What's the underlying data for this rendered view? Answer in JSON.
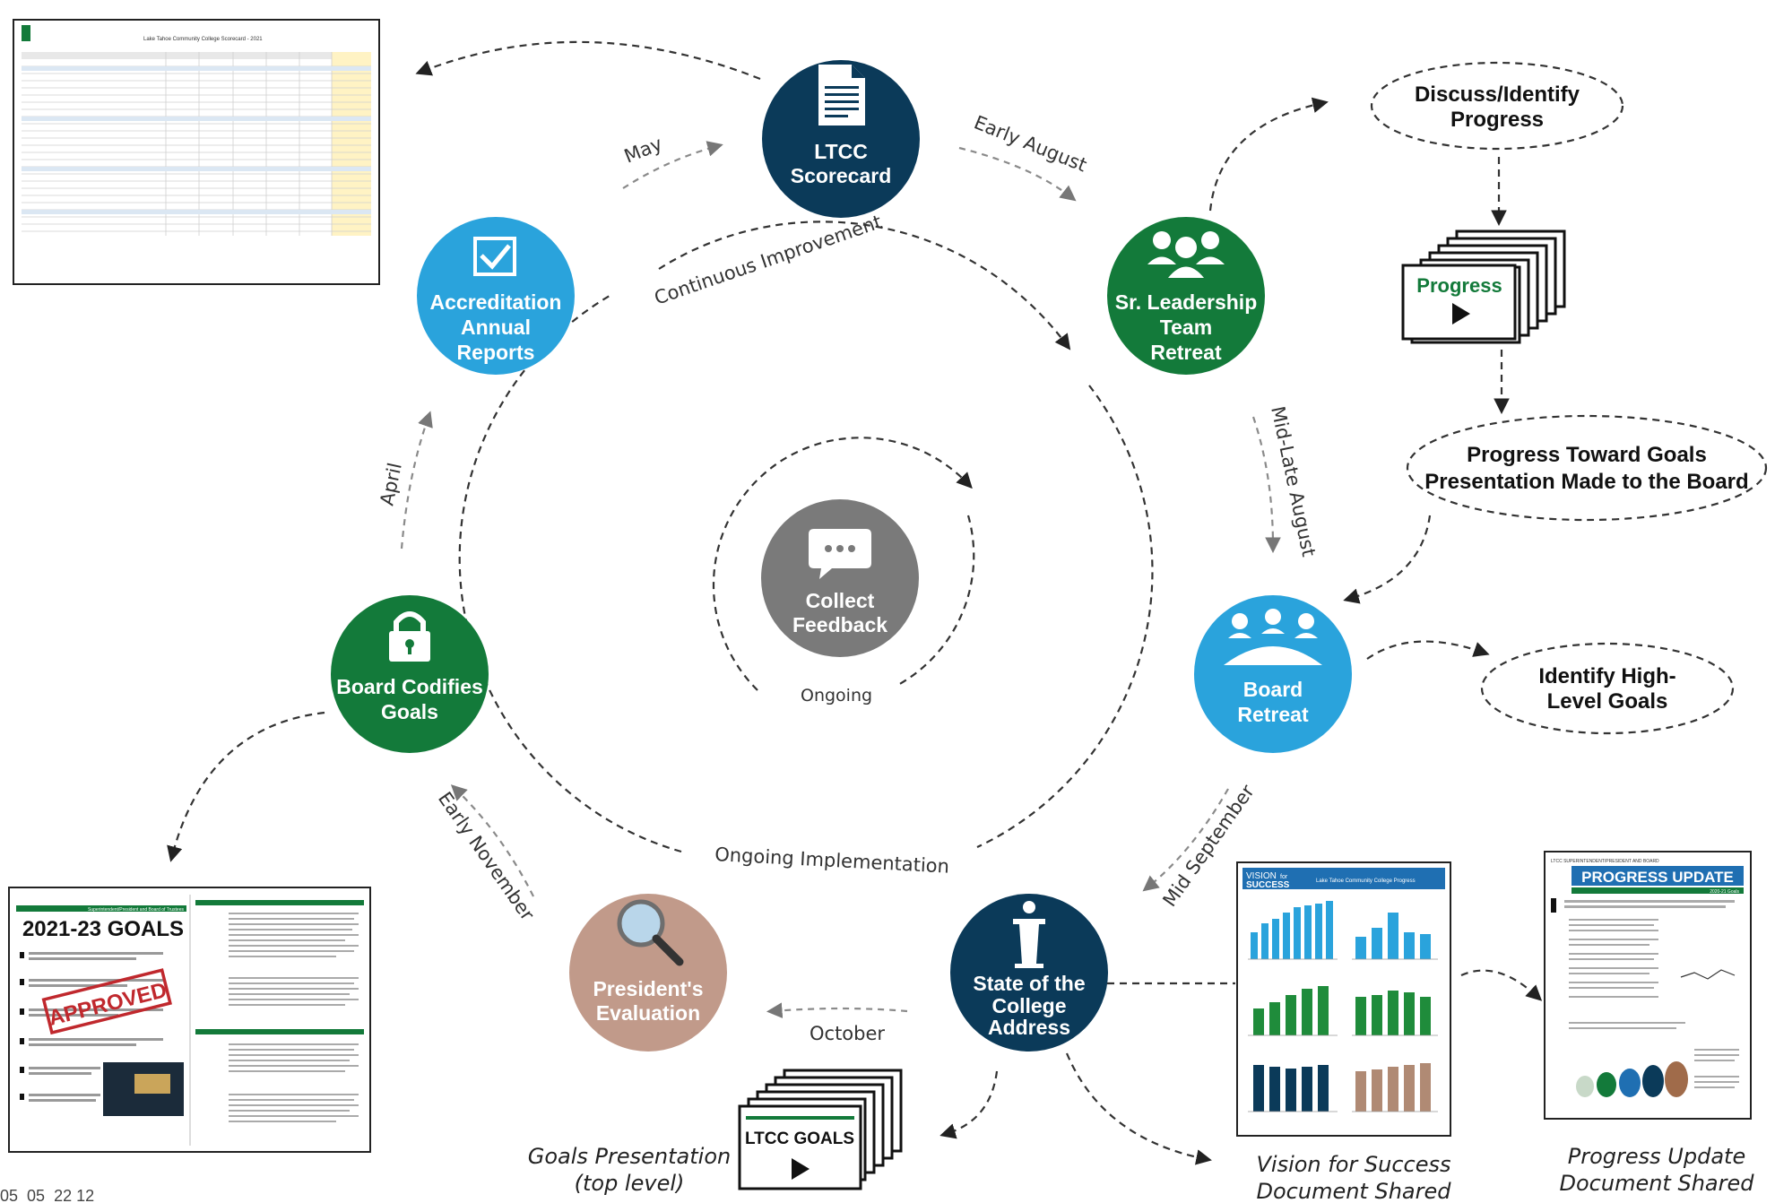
{
  "nodes": {
    "scorecard": {
      "line1": "LTCC",
      "line2": "Scorecard",
      "color": "#0b3a59"
    },
    "accreditation": {
      "line1": "Accreditation",
      "line2": "Annual",
      "line3": "Reports",
      "color": "#2aa3dc"
    },
    "leadership": {
      "line1": "Sr. Leadership",
      "line2": "Team",
      "line3": "Retreat",
      "color": "#137a3a"
    },
    "board_retreat": {
      "line1": "Board",
      "line2": "Retreat",
      "color": "#2aa3dc"
    },
    "state": {
      "line1": "State of the",
      "line2": "College",
      "line3": "Address",
      "color": "#0b3a59"
    },
    "president": {
      "line1": "President's",
      "line2": "Evaluation",
      "color": "#c19a8a"
    },
    "codifies": {
      "line1": "Board Codifies",
      "line2": "Goals",
      "color": "#137a3a"
    },
    "feedback": {
      "line1": "Collect",
      "line2": "Feedback",
      "color": "#7a7a7a"
    }
  },
  "labels": {
    "may": "May",
    "early_august": "Early August",
    "mid_late_august": "Mid-Late August",
    "mid_september": "Mid September",
    "october": "October",
    "early_november": "Early November",
    "april": "April",
    "continuous": "Continuous Improvement",
    "ongoing_impl": "Ongoing Implementation",
    "ongoing": "Ongoing"
  },
  "ovals": {
    "discuss": {
      "line1": "Discuss/Identify",
      "line2": "Progress"
    },
    "toward": {
      "line1": "Progress Toward Goals",
      "line2": "Presentation Made to the Board"
    },
    "identify": {
      "line1": "Identify High-",
      "line2": "Level Goals"
    }
  },
  "decks": {
    "progress": "Progress",
    "ltcc_goals": "LTCC GOALS"
  },
  "captions": {
    "goals_pres_1": "Goals Presentation",
    "goals_pres_2": "(top level)",
    "vision_1": "Vision for Success",
    "vision_2": "Document Shared",
    "progress_update_1": "Progress Update",
    "progress_update_2": "Document Shared"
  },
  "docs": {
    "scorecard_title": "Lake Tahoe Community College Scorecard - 2021",
    "goals_title": "2021-23 GOALS",
    "goals_sub": "Superintendent/President and Board of Trustees",
    "approved": "APPROVED",
    "vision_top": "VISION",
    "vision_mid": "for",
    "vision_bottom": "SUCCESS",
    "vision_header": "Lake Tahoe Community College Progress",
    "update_header": "LTCC SUPERINTENDENT/PRESIDENT AND BOARD",
    "update_title": "PROGRESS UPDATE",
    "update_sub": "2020-21 Goals"
  },
  "footer_fragment": "05_05_22 12"
}
